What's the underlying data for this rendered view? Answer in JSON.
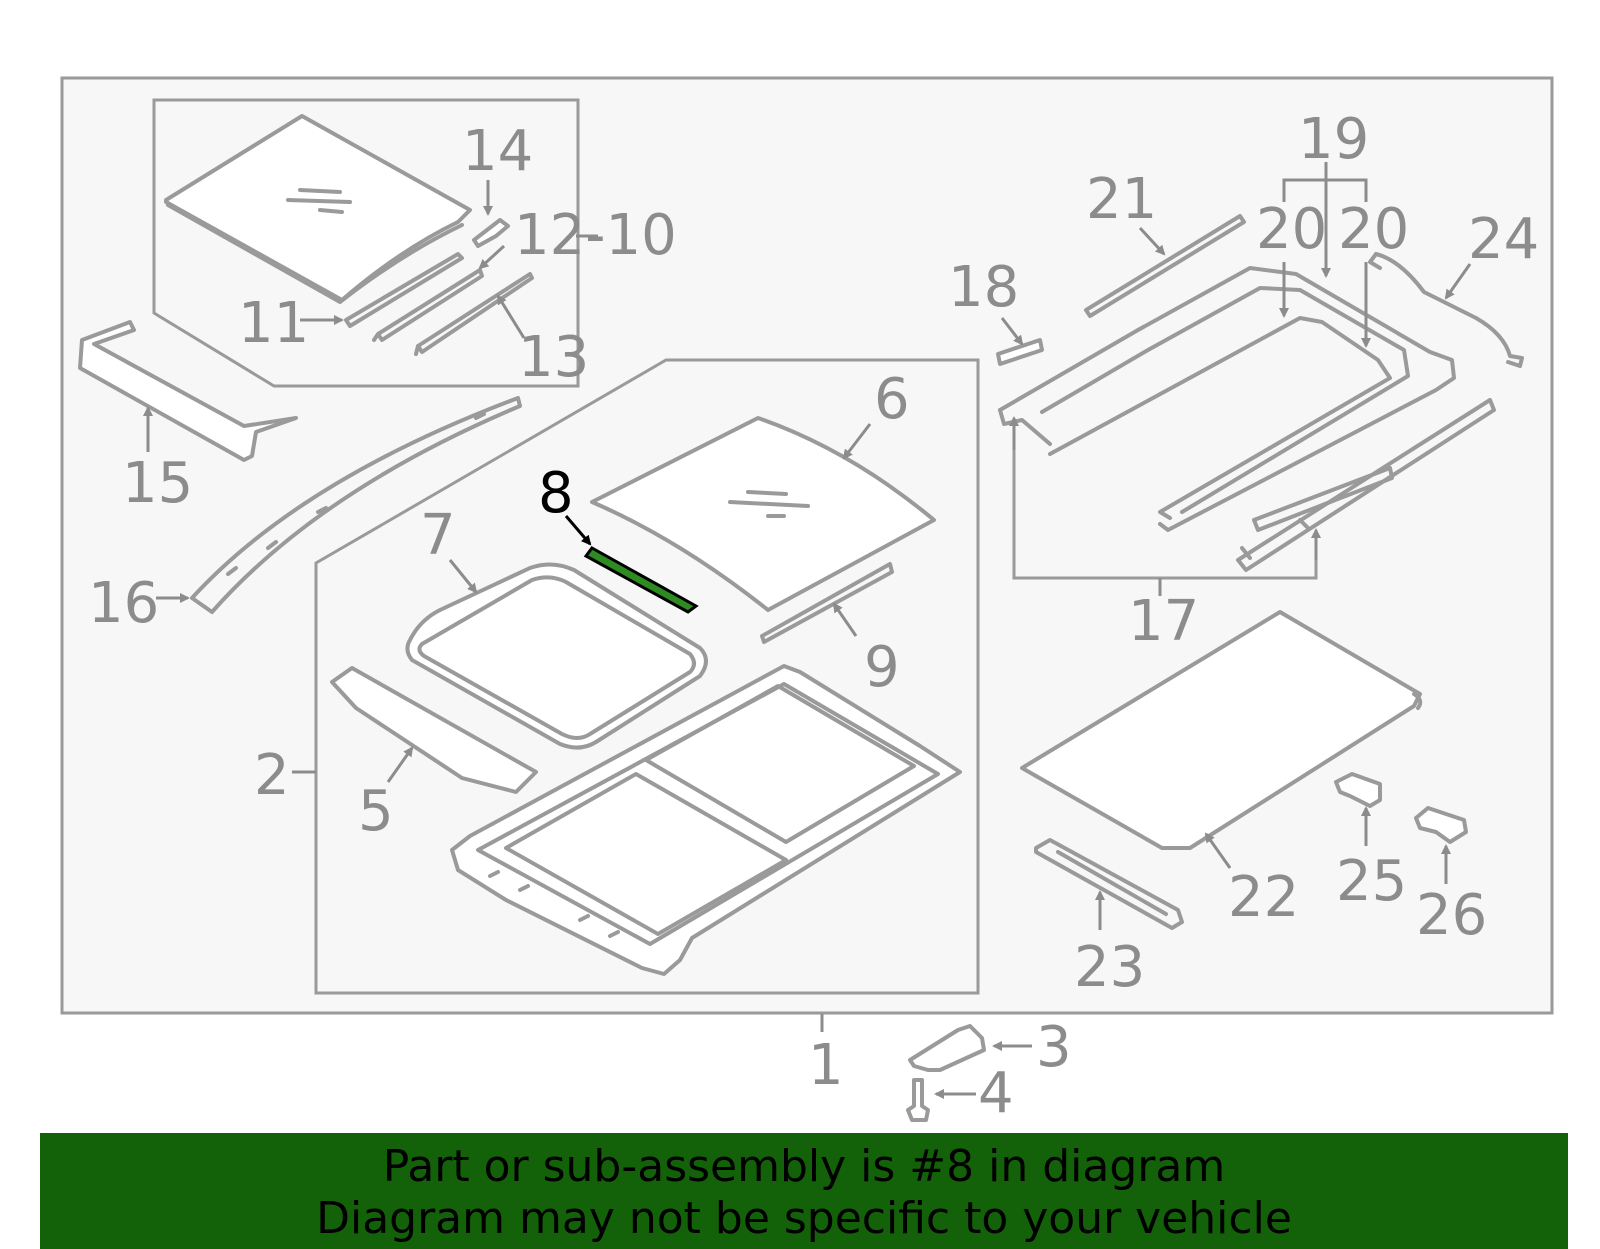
{
  "callouts": {
    "c1": "1",
    "c2": "2",
    "c3": "3",
    "c4": "4",
    "c5": "5",
    "c6": "6",
    "c7": "7",
    "c8": "8",
    "c9": "9",
    "c10": "12-10",
    "c11": "11",
    "c13": "13",
    "c14": "14",
    "c15": "15",
    "c16": "16",
    "c17": "17",
    "c18": "18",
    "c19": "19",
    "c20a": "20",
    "c20b": "20",
    "c21": "21",
    "c22": "22",
    "c23": "23",
    "c24": "24",
    "c25": "25",
    "c26": "26"
  },
  "highlighted_part": "8",
  "colors": {
    "banner": "#136108",
    "highlight_part": "#2e8b22",
    "line": "#9a9a9a",
    "panel": "#f7f7f7"
  },
  "banner": {
    "line1": "Part or sub-assembly is #8 in diagram",
    "line2": "Diagram may not be specific to your vehicle"
  }
}
